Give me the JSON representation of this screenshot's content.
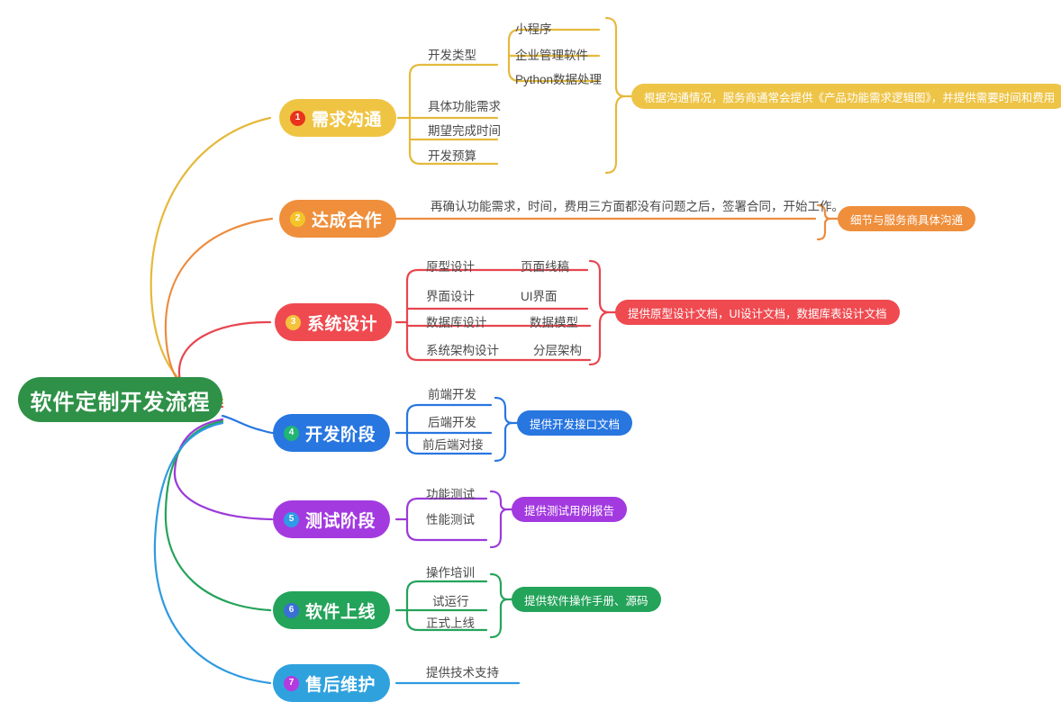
{
  "root": {
    "label": "软件定制开发流程",
    "color": "#2e9147"
  },
  "stages": [
    {
      "number": "1",
      "label": "需求沟通",
      "pill_color": "#f0c443",
      "badge_color": "#e8341c",
      "line_color": "#e5b93c",
      "subs": [
        {
          "label": "开发类型"
        },
        {
          "label": "具体功能需求"
        },
        {
          "label": "期望完成时间"
        },
        {
          "label": "开发预算"
        }
      ],
      "leaves": [
        {
          "label": "小程序"
        },
        {
          "label": "企业管理软件"
        },
        {
          "label": "Python数据处理"
        }
      ],
      "callout": "根据沟通情况，服务商通常会提供《产品功能需求逻辑图》，并提供需要时间和费用",
      "callout_color": "#eec447"
    },
    {
      "number": "2",
      "label": "达成合作",
      "pill_color": "#ef8f3c",
      "badge_color": "#f3c52a",
      "line_color": "#ec8c3e",
      "subs": [
        {
          "label": "再确认功能需求，时间，费用三方面都没有问题之后，签署合同，开始工作。"
        }
      ],
      "leaves": [],
      "callout": "细节与服务商具体沟通",
      "callout_color": "#ef8f3c"
    },
    {
      "number": "3",
      "label": "系统设计",
      "pill_color": "#ef4a50",
      "badge_color": "#f5c23c",
      "line_color": "#e8454f",
      "subs": [
        {
          "label": "原型设计",
          "leaf": "页面线稿"
        },
        {
          "label": "界面设计",
          "leaf": "UI界面"
        },
        {
          "label": "数据库设计",
          "leaf": "数据模型"
        },
        {
          "label": "系统架构设计",
          "leaf": "分层架构"
        }
      ],
      "leaves": [],
      "callout": "提供原型设计文档，UI设计文档，数据库表设计文档",
      "callout_color": "#ef4a50"
    },
    {
      "number": "4",
      "label": "开发阶段",
      "pill_color": "#2876e0",
      "badge_color": "#21b573",
      "line_color": "#2876e0",
      "subs": [
        {
          "label": "前端开发"
        },
        {
          "label": "后端开发"
        },
        {
          "label": "前后端对接"
        }
      ],
      "leaves": [],
      "callout": "提供开发接口文档",
      "callout_color": "#2876e0"
    },
    {
      "number": "5",
      "label": "测试阶段",
      "pill_color": "#a33ae0",
      "badge_color": "#2f9ae8",
      "line_color": "#9b3ad8",
      "subs": [
        {
          "label": "功能测试"
        },
        {
          "label": "性能测试"
        }
      ],
      "leaves": [],
      "callout": "提供测试用例报告",
      "callout_color": "#a33ae0"
    },
    {
      "number": "6",
      "label": "软件上线",
      "pill_color": "#24a css",
      "badge_color": "#3a6fd8",
      "line_color": "#24a35a",
      "subs": [
        {
          "label": "操作培训"
        },
        {
          "label": "试运行"
        },
        {
          "label": "正式上线"
        }
      ],
      "leaves": [],
      "callout": "提供软件操作手册、源码",
      "callout_color": "#24a35a"
    },
    {
      "number": "7",
      "label": "售后维护",
      "pill_color": "#2fa2de",
      "badge_color": "#b43ae0",
      "line_color": "#2f9ae0",
      "subs": [
        {
          "label": "提供技术支持"
        }
      ],
      "leaves": [],
      "callout": "",
      "callout_color": ""
    }
  ]
}
